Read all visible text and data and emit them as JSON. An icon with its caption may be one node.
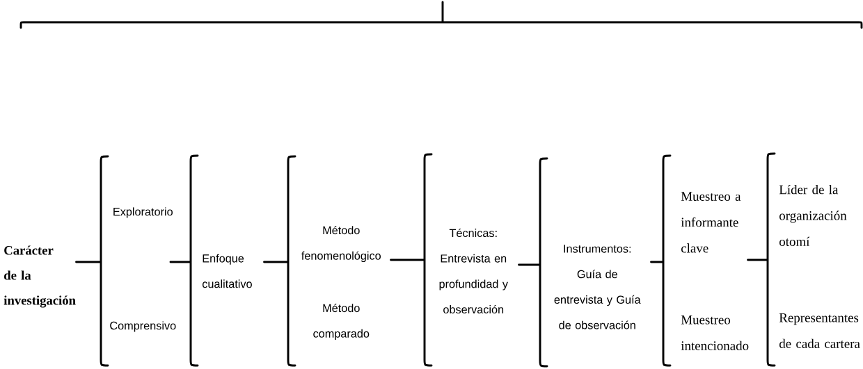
{
  "diagram": {
    "nodes": [
      {
        "text": [
          "Carácter de la investigación"
        ]
      },
      {
        "text": [
          "Exploratorio"
        ]
      },
      {
        "text": [
          "Comprensivo"
        ]
      },
      {
        "text": [
          "Enfoque cualitativo"
        ]
      },
      {
        "text": [
          "Método fenomenológico"
        ]
      },
      {
        "text": [
          "Método comparado"
        ]
      },
      {
        "text": [
          "Técnicas: Entrevista en profundidad y observación"
        ]
      },
      {
        "text": [
          "Instrumentos: Guía de entrevista y Guía de observación"
        ]
      },
      {
        "text": [
          "Muestreo a informante clave"
        ]
      },
      {
        "text": [
          "Muestreo intencionado"
        ]
      },
      {
        "text": [
          "Líder de la organización otomí"
        ]
      },
      {
        "text": [
          "Representantes de cada cartera"
        ]
      }
    ],
    "edges": [
      {
        "from": 0,
        "to": 1,
        "arrow": "none"
      },
      {
        "from": 0,
        "to": 2,
        "arrow": "none"
      },
      {
        "from": null,
        "to": 3,
        "arrow": "none"
      },
      {
        "from": 3,
        "to": 4,
        "arrow": "none"
      },
      {
        "from": 3,
        "to": 5,
        "arrow": "none"
      },
      {
        "from": 4,
        "to": 6,
        "arrow": "none"
      },
      {
        "from": 6,
        "to": 7,
        "arrow": "none"
      },
      {
        "from": 7,
        "to": 8,
        "arrow": "none"
      },
      {
        "from": 7,
        "to": 9,
        "arrow": "none"
      },
      {
        "from": 8,
        "to": 10,
        "arrow": "none"
      },
      {
        "from": 8,
        "to": 11,
        "arrow": "none"
      }
    ]
  }
}
